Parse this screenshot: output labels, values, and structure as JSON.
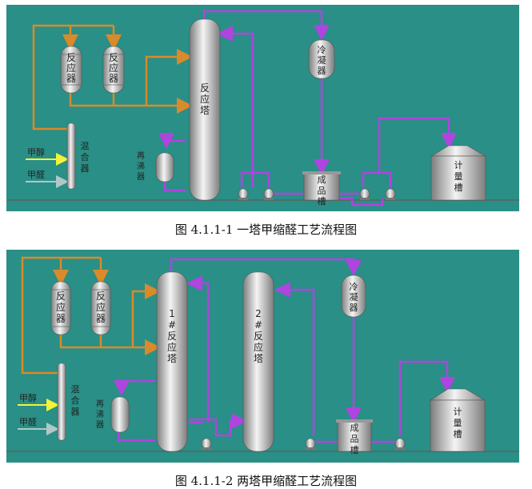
{
  "colors": {
    "background": "#2a8f86",
    "orange": "#d98a2a",
    "purple": "#b044e0",
    "yellow": "#f5f23a",
    "gray_line": "#b0c8c8",
    "steel_light": "#f2f2f2",
    "steel_dark": "#8a8a8a",
    "label": "#222222"
  },
  "figure1": {
    "caption": "图 4.1.1-1  一塔甲缩醛工艺流程图",
    "reactor_a": "反应器",
    "reactor_b": "反应器",
    "tower": "反应塔",
    "condenser": "冷凝器",
    "mixer": "混合器",
    "reboiler": "再沸器",
    "product_tank": "成品槽",
    "measuring_tank": "计量槽",
    "feed_methanol": "甲醇",
    "feed_formaldehyde": "甲醛"
  },
  "figure2": {
    "caption": "图 4.1.1-2 两塔甲缩醛工艺流程图",
    "reactor_a": "反应器",
    "reactor_b": "反应器",
    "tower1": "1#反应塔",
    "tower2": "2#反应塔",
    "condenser": "冷凝器",
    "mixer": "混合器",
    "reboiler": "再沸器",
    "product_tank": "成品槽",
    "measuring_tank": "计量槽",
    "feed_methanol": "甲醇",
    "feed_formaldehyde": "甲醛"
  }
}
